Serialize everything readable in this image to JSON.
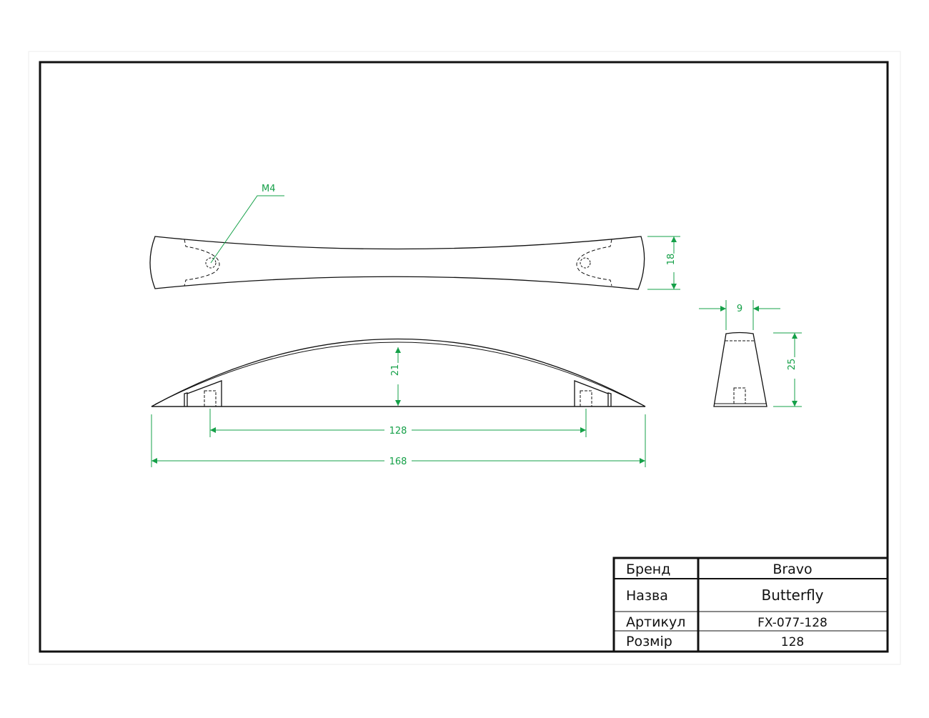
{
  "drawing": {
    "thread_label": "M4",
    "dimensions": {
      "height_top": "18",
      "width_side": "9",
      "height_side": "25",
      "arc_height": "21",
      "hole_spacing": "128",
      "overall_length": "168"
    }
  },
  "title_block": {
    "rows": [
      {
        "label": "Бренд",
        "value": "Bravo"
      },
      {
        "label": "Назва",
        "value": "Butterfly"
      },
      {
        "label": "Артикул",
        "value": "FX-077-128"
      },
      {
        "label": "Розмір",
        "value": "128"
      }
    ]
  },
  "colors": {
    "frame": "#111111",
    "dimension": "#15a048",
    "page": "#ffffff"
  }
}
